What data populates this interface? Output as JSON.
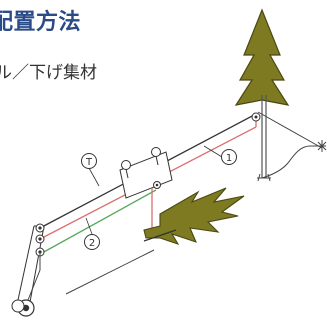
{
  "title": "配置方法",
  "subtitle": "ル／下げ集材",
  "callouts": {
    "t": "T",
    "one": "1",
    "two": "2"
  },
  "colors": {
    "title": "#2a4a88",
    "tree_fill": "#7d7a22",
    "skyline": "#333333",
    "haul_line": "#d97070",
    "green_line": "#58a858"
  }
}
